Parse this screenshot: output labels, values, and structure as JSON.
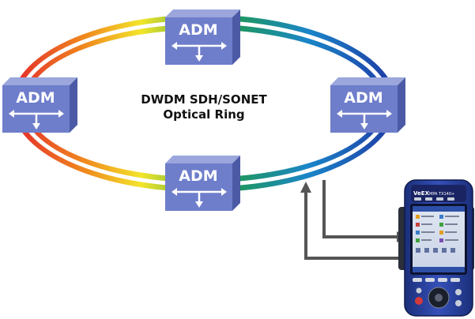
{
  "ring": {
    "title_line1": "DWDM SDH/SONET",
    "title_line2": "Optical Ring"
  },
  "nodes": [
    {
      "id": "top",
      "label": "ADM"
    },
    {
      "id": "left",
      "label": "ADM"
    },
    {
      "id": "right",
      "label": "ADM"
    },
    {
      "id": "bottom",
      "label": "ADM"
    }
  ],
  "device": {
    "brand": "VeEX",
    "model": "MPA TX140+"
  },
  "colors": {
    "node_face": "#6e7ecb",
    "node_top": "#9aa6dc",
    "node_side": "#4c5aa6",
    "ring_red": "#e5322a",
    "ring_orange": "#f08a1e",
    "ring_yellow": "#f3e52a",
    "ring_green": "#1f9b48",
    "ring_blue": "#1e5fc3",
    "connector": "#555555"
  }
}
